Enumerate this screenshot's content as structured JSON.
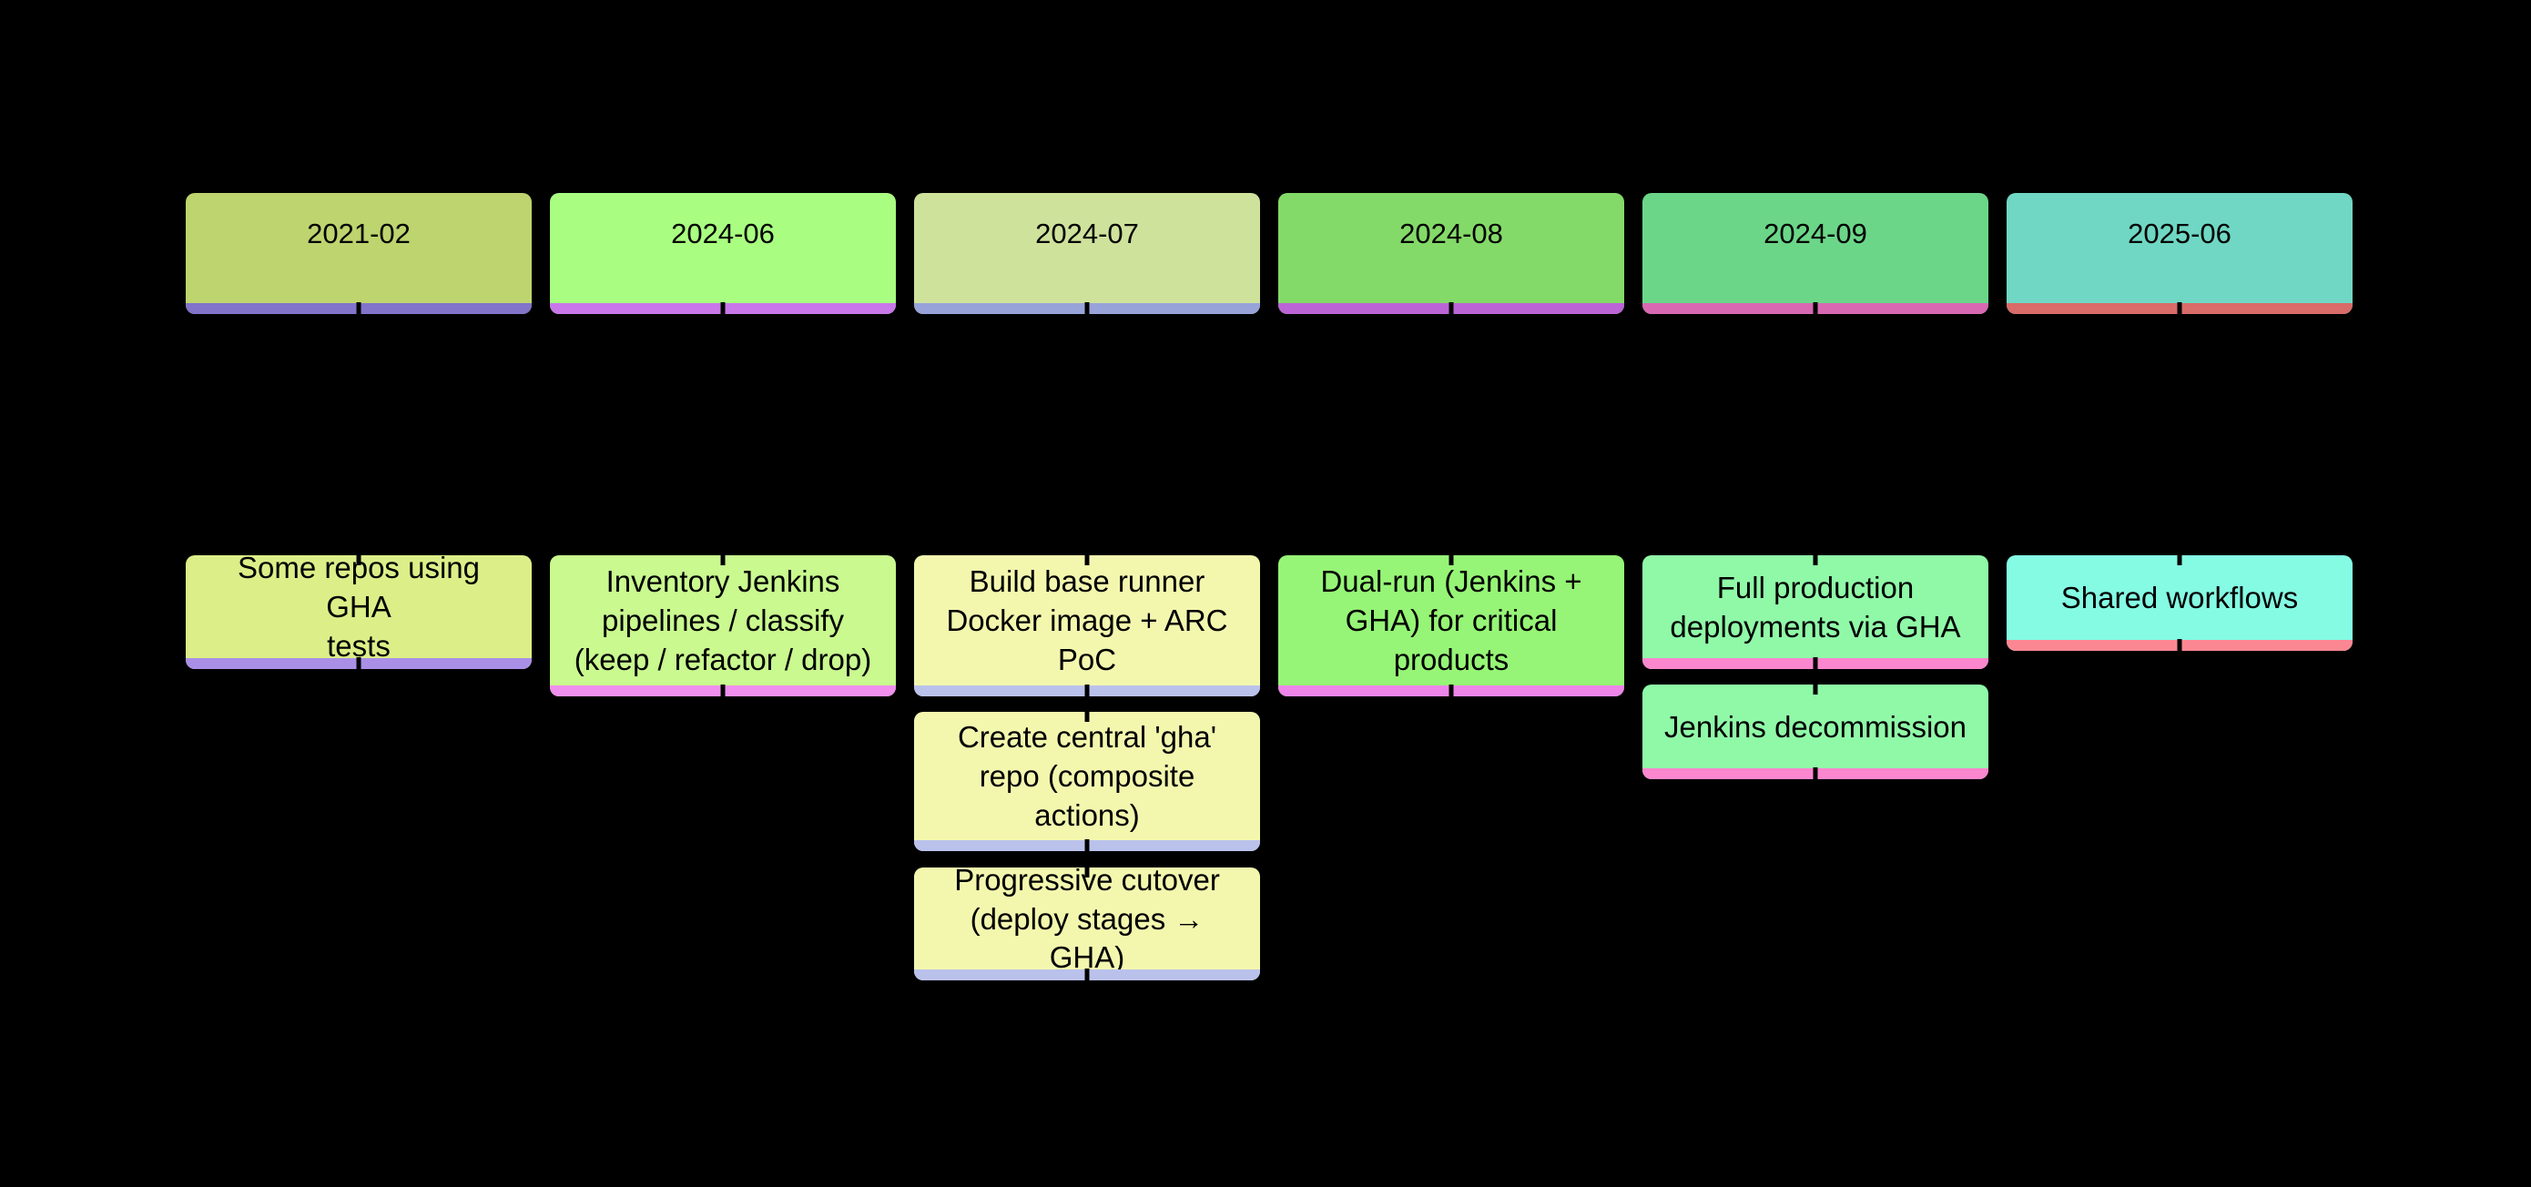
{
  "diagram_type": "timeline",
  "background_color": "#000000",
  "text_color": "#000000",
  "columns": [
    {
      "period": "2021-02",
      "header_fill": "#bdd46f",
      "header_bar": "#8273cb",
      "event_fill": "#dcee88",
      "event_bar": "#a98fe6",
      "events": [
        "Some repos using GHA\ntests"
      ]
    },
    {
      "period": "2024-06",
      "header_fill": "#a9fe81",
      "header_bar": "#c878e8",
      "event_fill": "#c9f98f",
      "event_bar": "#f08fee",
      "events": [
        "Inventory Jenkins\npipelines / classify\n(keep / refactor / drop)"
      ]
    },
    {
      "period": "2024-07",
      "header_fill": "#cfe29c",
      "header_bar": "#98a3da",
      "event_fill": "#f3f7ae",
      "event_bar": "#bac2ec",
      "events": [
        "Build base runner\nDocker image + ARC\nPoC",
        "Create central 'gha'\nrepo (composite\nactions)",
        "Progressive cutover\n(deploy stages → GHA)"
      ]
    },
    {
      "period": "2024-08",
      "header_fill": "#84da69",
      "header_bar": "#bb64d6",
      "event_fill": "#96f576",
      "event_bar": "#ee85e8",
      "events": [
        "Dual-run (Jenkins +\nGHA) for critical\nproducts"
      ]
    },
    {
      "period": "2024-09",
      "header_fill": "#6bd688",
      "header_bar": "#d868b2",
      "event_fill": "#90f9a8",
      "event_bar": "#fb87ce",
      "events": [
        "Full production\ndeployments via GHA",
        "Jenkins decommission"
      ]
    },
    {
      "period": "2025-06",
      "header_fill": "#6fd7c3",
      "header_bar": "#d96b69",
      "event_fill": "#85fbe4",
      "event_bar": "#fb8793",
      "events": [
        "Shared workflows"
      ]
    }
  ]
}
